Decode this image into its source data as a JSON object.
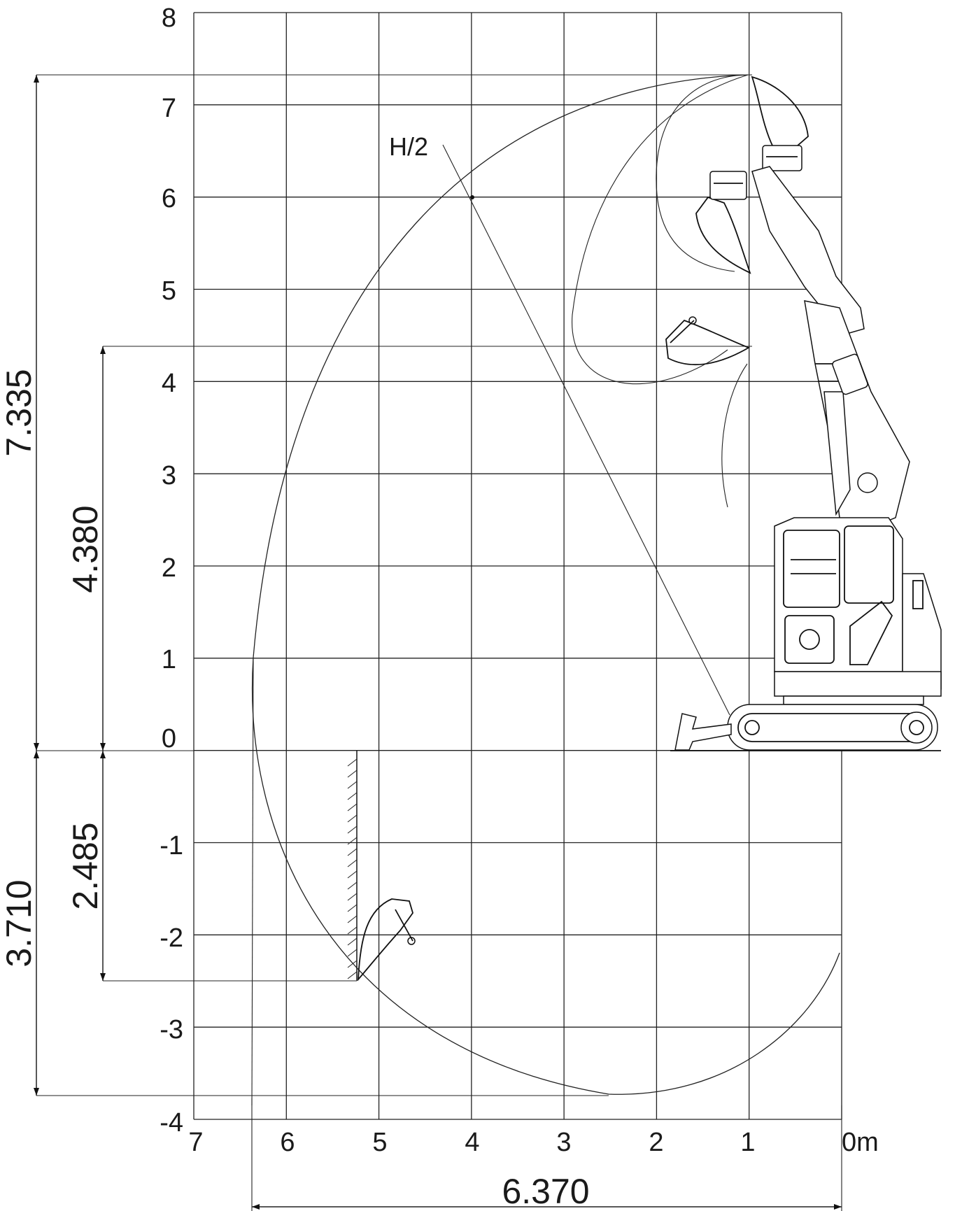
{
  "diagram": {
    "y_ticks": [
      "8",
      "7",
      "6",
      "5",
      "4",
      "3",
      "2",
      "1",
      "0",
      "-1",
      "-2",
      "-3",
      "-4"
    ],
    "x_ticks": [
      "7",
      "6",
      "5",
      "4",
      "3",
      "2",
      "1",
      "0m"
    ],
    "dims": {
      "max_height": "7.335",
      "dump_height": "4.380",
      "max_dig_depth": "3.710",
      "vertical_wall_depth": "2.485",
      "max_reach": "6.370"
    },
    "labels": {
      "half_height": "H/2"
    }
  }
}
